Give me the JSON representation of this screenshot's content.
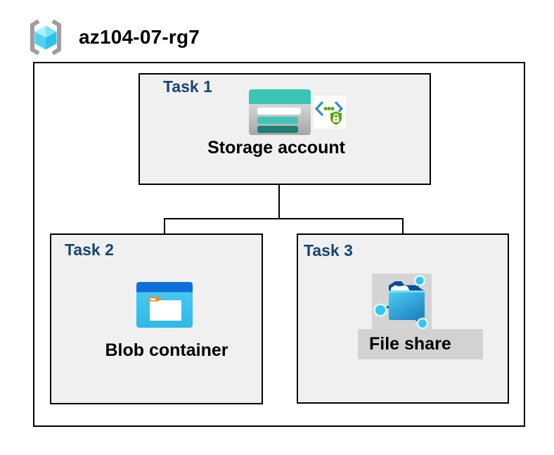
{
  "header": {
    "resource_group_name": "az104-07-rg7",
    "resource_group_icon": "resource-group-icon"
  },
  "tasks": [
    {
      "label": "Task 1",
      "item": "Storage account",
      "icons": [
        "storage-account-icon",
        "secure-endpoint-icon"
      ]
    },
    {
      "label": "Task 2",
      "item": "Blob container",
      "icons": [
        "blob-container-icon"
      ]
    },
    {
      "label": "Task 3",
      "item": "File share",
      "icons": [
        "file-share-icon"
      ],
      "highlighted": true
    }
  ],
  "connections": [
    {
      "from": "Storage account",
      "to": "Blob container"
    },
    {
      "from": "Storage account",
      "to": "File share"
    }
  ],
  "colors": {
    "task_label_navy": "#17466F",
    "box_fill": "#F0F0F1",
    "box_border": "#000000",
    "line": "#000000",
    "highlight_gray": "#D2D2D2",
    "storage_teal": "#3BC5B6",
    "storage_teal_dark": "#1E8074",
    "blob_band_blue": "#0F6FD7",
    "blob_body_cyan": "#3CC7EF",
    "blob_tag_orange": "#F68B1F",
    "fileshare_navy": "#0A4C9C",
    "fileshare_node_cyan": "#2EC6F2",
    "shield_green": "#5CA304",
    "chevron_blue": "#2E8DCB",
    "bracket_gray": "#9D9D9D",
    "cube_cyan": "#4FD3F3"
  }
}
